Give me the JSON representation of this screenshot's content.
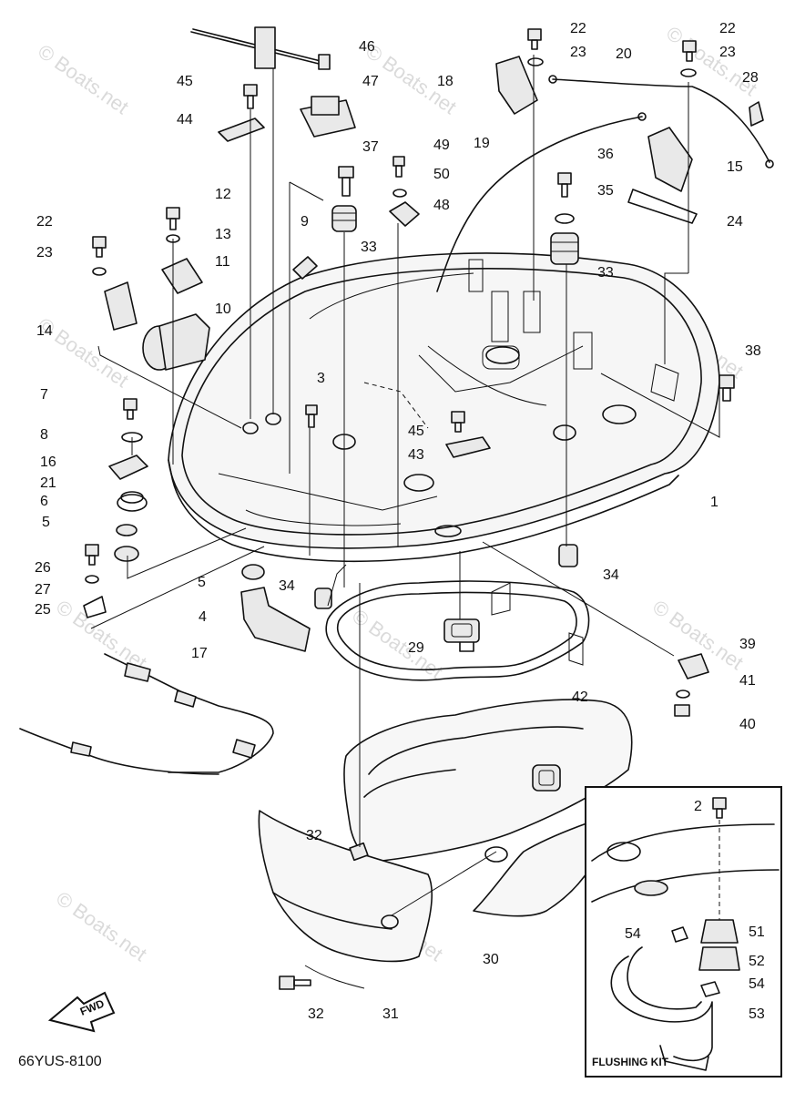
{
  "diagram": {
    "code": "66YUS-8100",
    "inset_title": "FLUSHING KIT",
    "direction_label": "FWD",
    "watermark": "© Boats.net",
    "callouts": [
      "1",
      "2",
      "3",
      "4",
      "5",
      "5",
      "6",
      "7",
      "8",
      "9",
      "10",
      "11",
      "12",
      "13",
      "14",
      "15",
      "16",
      "17",
      "18",
      "19",
      "20",
      "21",
      "22",
      "22",
      "22",
      "23",
      "23",
      "23",
      "24",
      "25",
      "26",
      "27",
      "28",
      "29",
      "30",
      "31",
      "32",
      "32",
      "33",
      "33",
      "34",
      "34",
      "35",
      "36",
      "37",
      "38",
      "39",
      "40",
      "41",
      "42",
      "43",
      "44",
      "45",
      "45",
      "46",
      "47",
      "48",
      "49",
      "50",
      "51",
      "52",
      "53",
      "54",
      "54"
    ]
  }
}
